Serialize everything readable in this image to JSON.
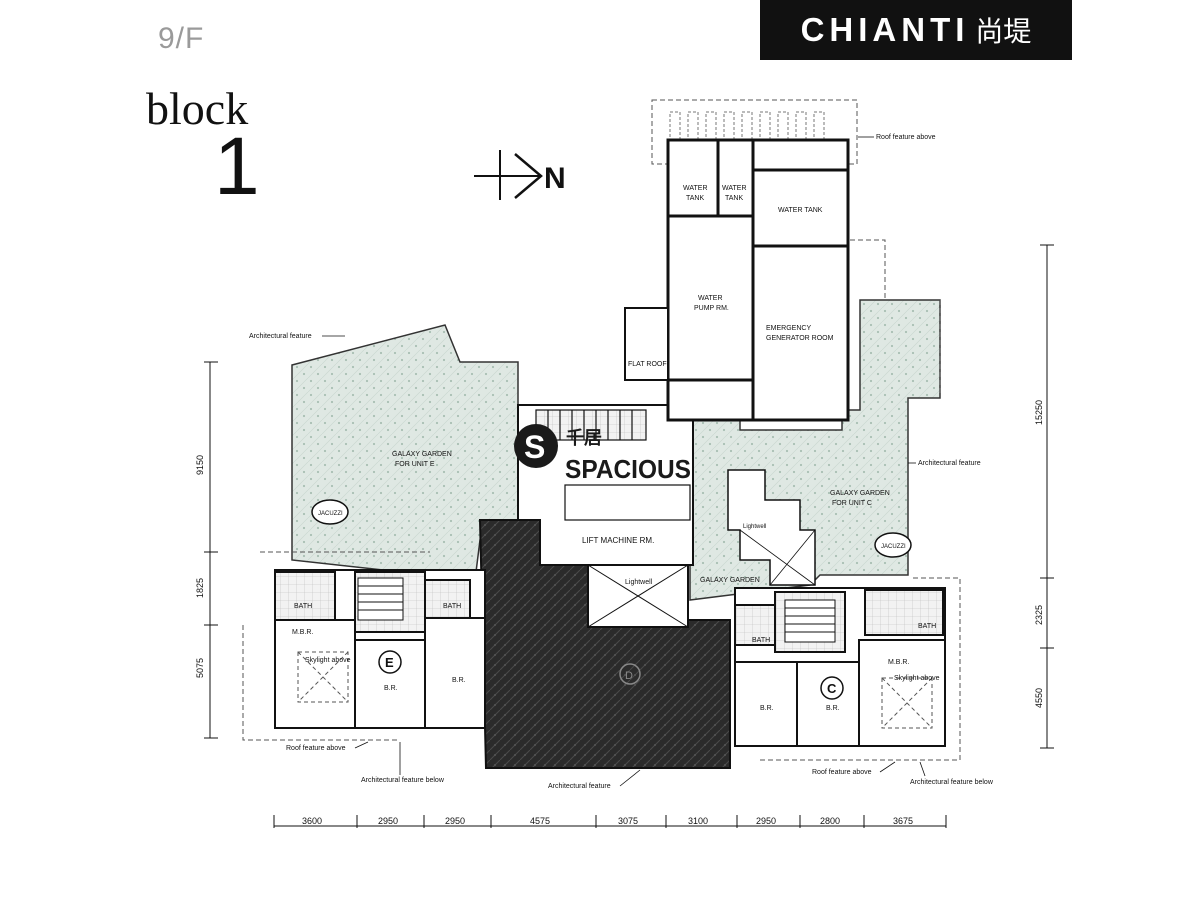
{
  "header": {
    "floor_label": "9/F",
    "block_word": "block",
    "block_number": "1",
    "brand_name": "CHIANTI",
    "brand_chinese": "尚堤"
  },
  "compass": {
    "label": "N"
  },
  "watermark": {
    "chinese": "千居",
    "text": "SPACIOUS",
    "logo_letter": "S"
  },
  "rooms": {
    "water_tank_1": [
      "WATER",
      "TANK"
    ],
    "water_tank_2": [
      "WATER",
      "TANK"
    ],
    "water_tank_3": "WATER TANK",
    "water_pump": [
      "WATER",
      "PUMP RM."
    ],
    "emergency_generator": [
      "EMERGENCY",
      "GENERATOR ROOM"
    ],
    "flat_roof": "FLAT ROOF",
    "galaxy_garden_e": [
      "GALAXY GARDEN",
      "FOR UNIT E"
    ],
    "galaxy_garden_c": [
      "GALAXY GARDEN",
      "FOR UNIT C"
    ],
    "galaxy_garden": "GALAXY GARDEN",
    "lift_machine": "LIFT MACHINE RM.",
    "lightwell_1": "Lightwell",
    "lightwell_2": "Lightwell",
    "jacuzzi_e": "JACUZZI",
    "jacuzzi_c": "JACUZZI",
    "bath_e1": "BATH",
    "bath_e2": "BATH",
    "bath_c1": "BATH",
    "bath_c2": "BATH",
    "mbr_e": "M.B.R.",
    "mbr_c": "M.B.R.",
    "skylight_e": "Skylight above",
    "skylight_c": "Skylight above",
    "br_e1": "B.R.",
    "br_e2": "B.R.",
    "br_c1": "B.R.",
    "br_c2": "B.R.",
    "unit_e": "E",
    "unit_c": "C",
    "unit_d": "D"
  },
  "annotations": {
    "roof_feature_top": "Roof feature above",
    "arch_feature_left": "Architectural feature",
    "arch_feature_right": "Architectural feature",
    "roof_feature_bottom_left": "Roof feature above",
    "arch_feature_below_left": "Architectural feature below",
    "arch_feature_bottom": "Architectural feature",
    "roof_feature_bottom_right": "Roof feature above",
    "arch_feature_below_right": "Architectural feature below"
  },
  "dimensions": {
    "bottom": [
      "3600",
      "2950",
      "2950",
      "4575",
      "3075",
      "3100",
      "2950",
      "2800",
      "3675"
    ],
    "left": [
      "9150",
      "1825",
      "5075"
    ],
    "right": [
      "15250",
      "2325",
      "4550"
    ]
  },
  "colors": {
    "garden_fill": "#dfe8e3",
    "unit_d_fill": "#2b2b2b",
    "brand_bg": "#111111"
  }
}
